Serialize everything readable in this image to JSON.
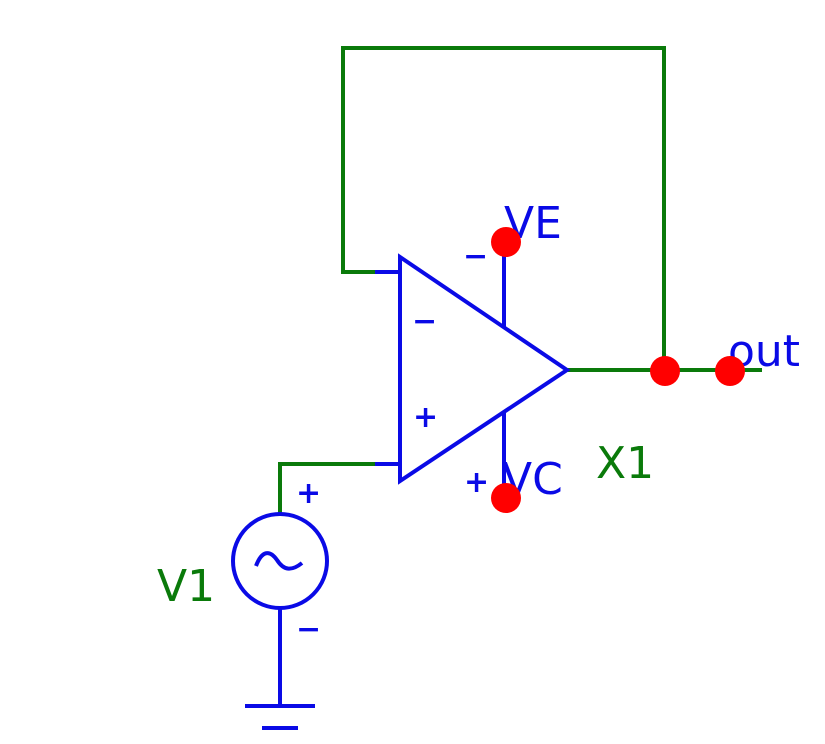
{
  "diagram": {
    "source_label": "V1",
    "opamp_label": "X1",
    "pin_ve_label": "VE",
    "pin_vc_label": "VC",
    "out_label": "out",
    "opamp_inverting_sign": "−",
    "opamp_noninverting_sign": "+",
    "ve_pin_sign": "−",
    "vc_pin_sign": "+",
    "source_pos_sign": "+",
    "source_neg_sign": "−"
  },
  "colors": {
    "wire": "#0a7a0a",
    "component": "#0a0ae6",
    "node": "#ff0000",
    "component_label": "#0a7a0a",
    "net_label": "#0a0ae6"
  }
}
